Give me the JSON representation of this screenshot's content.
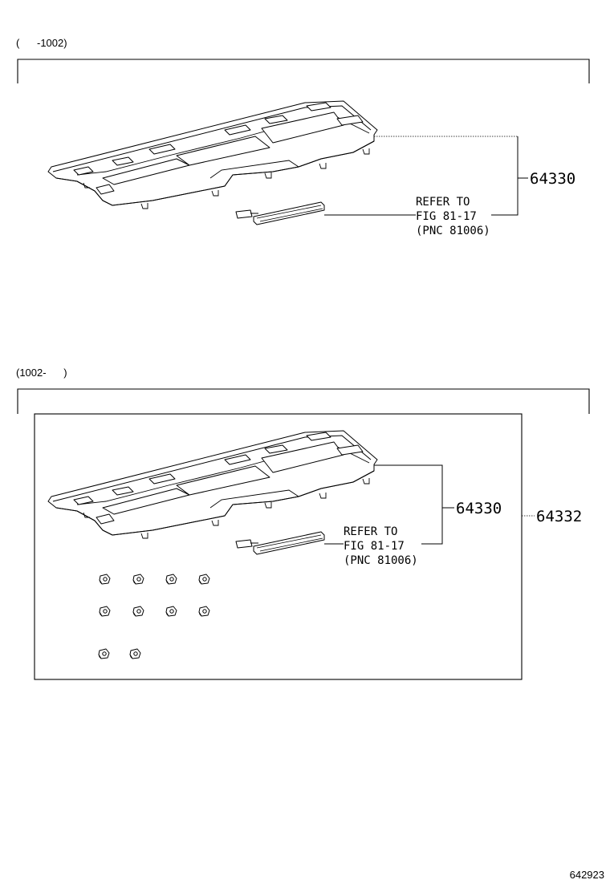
{
  "sections": [
    {
      "range_label": "(      -1002)",
      "callouts": {
        "part_number": "64330",
        "refer_line1": "REFER TO",
        "refer_line2": "FIG 81-17",
        "refer_line3": "(PNC 81006)"
      }
    },
    {
      "range_label": "(1002-      )",
      "callouts": {
        "part_number": "64330",
        "refer_line1": "REFER TO",
        "refer_line2": "FIG 81-17",
        "refer_line3": "(PNC 81006)",
        "assembly_number": "64332"
      }
    }
  ],
  "figure_id": "642923"
}
